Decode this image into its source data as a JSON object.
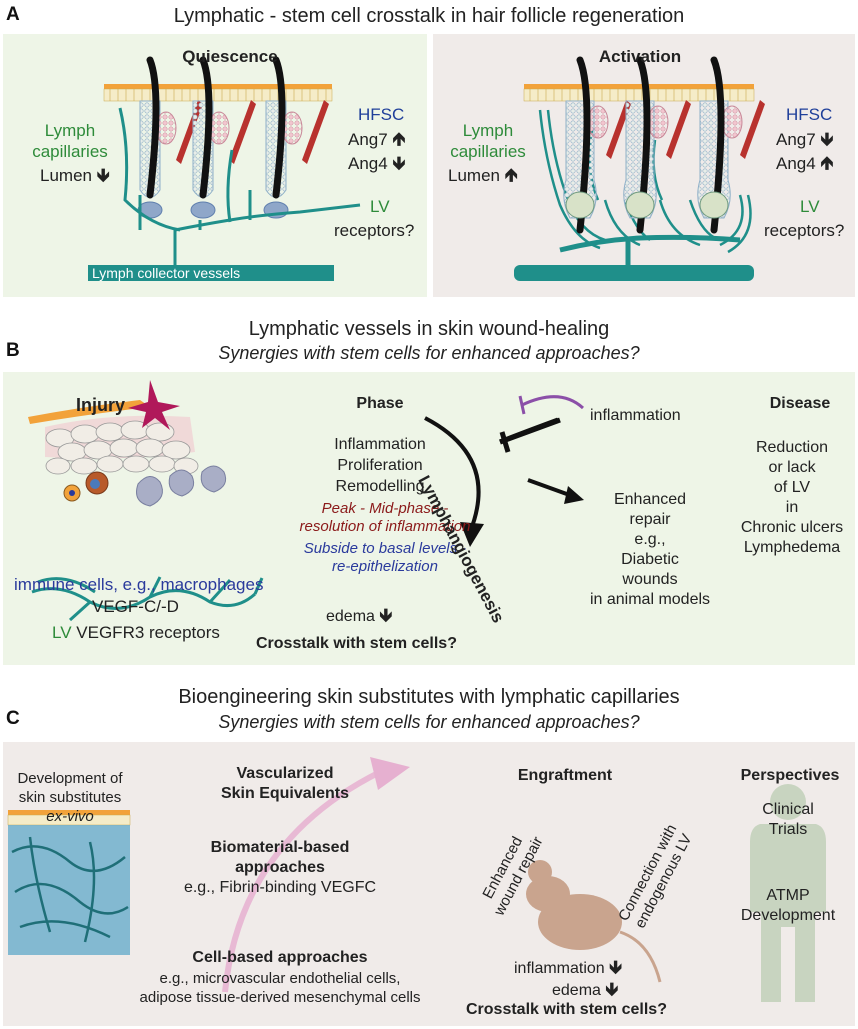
{
  "panelA": {
    "letter": "A",
    "title": "Lymphatic - stem cell crosstalk in hair follicle regeneration",
    "quiescence": {
      "heading": "Quiescence",
      "lymph1": "Lymph",
      "lymph2": "capillaries",
      "lumen": "Lumen",
      "lumen_arrow": "🡻",
      "hfsc": "HFSC",
      "ang7": "Ang7",
      "ang7_arrow": "🡹",
      "ang4": "Ang4",
      "ang4_arrow": "🡻",
      "lv": "LV",
      "receptors": "receptors?",
      "collector": "Lymph collector vessels"
    },
    "activation": {
      "heading": "Activation",
      "lymph1": "Lymph",
      "lymph2": "capillaries",
      "lumen": "Lumen",
      "lumen_arrow": "🡹",
      "hfsc": "HFSC",
      "ang7": "Ang7",
      "ang7_arrow": "🡻",
      "ang4": "Ang4",
      "ang4_arrow": "🡹",
      "lv": "LV",
      "receptors": "receptors?"
    }
  },
  "panelB": {
    "letter": "B",
    "title": "Lymphatic vessels in skin wound-healing",
    "subtitle": "Synergies with stem cells for enhanced approaches?",
    "injury": "Injury",
    "immune": "immune cells, e.g., macrophages",
    "vegfc": "VEGF-C/-D",
    "lv": "LV",
    "vegfr3": "VEGFR3 receptors",
    "phase_heading": "Phase",
    "phases": [
      "Inflammation",
      "Proliferation",
      "Remodelling"
    ],
    "peak1": "Peak - Mid-phase -",
    "peak2": "resolution of inflammation",
    "subside1": "Subside to basal levels -",
    "subside2": "re-epithelization",
    "edema": "edema",
    "edema_arrow": "🡻",
    "crosstalk": "Crosstalk with stem cells?",
    "lymphangiogenesis": "Lymphangiogenesis",
    "inflammation": "inflammation",
    "enhanced": [
      "Enhanced",
      "repair",
      "e.g.,",
      "Diabetic",
      "wounds",
      "in animal models"
    ],
    "disease_heading": "Disease",
    "disease": [
      "Reduction",
      "or lack",
      "of LV",
      "in",
      "Chronic ulcers",
      "Lymphedema"
    ]
  },
  "panelC": {
    "letter": "C",
    "title": "Bioengineering skin substitutes with lymphatic capillaries",
    "subtitle": "Synergies with stem cells for enhanced approaches?",
    "dev1": "Development of",
    "dev2": "skin substitutes",
    "dev3": "ex-vivo",
    "vasc1": "Vascularized",
    "vasc2": "Skin Equivalents",
    "bio1": "Biomaterial-based",
    "bio2": "approaches",
    "bio3": "e.g., Fibrin-binding VEGFC",
    "cell1": "Cell-based approaches",
    "cell2": "e.g., microvascular endothelial cells,",
    "cell3": "adipose tissue-derived mesenchymal cells",
    "engraftment": "Engraftment",
    "enh1": "Enhanced",
    "enh2": "wound repair",
    "conn1": "Connection with",
    "conn2": "endogenous LV",
    "inflammation": "inflammation",
    "infl_arrow": "🡻",
    "edema": "edema",
    "edema_arrow": "🡻",
    "crosstalk": "Crosstalk with stem cells?",
    "perspectives": "Perspectives",
    "clinical1": "Clinical",
    "clinical2": "Trials",
    "atmp1": "ATMP",
    "atmp2": "Development"
  }
}
